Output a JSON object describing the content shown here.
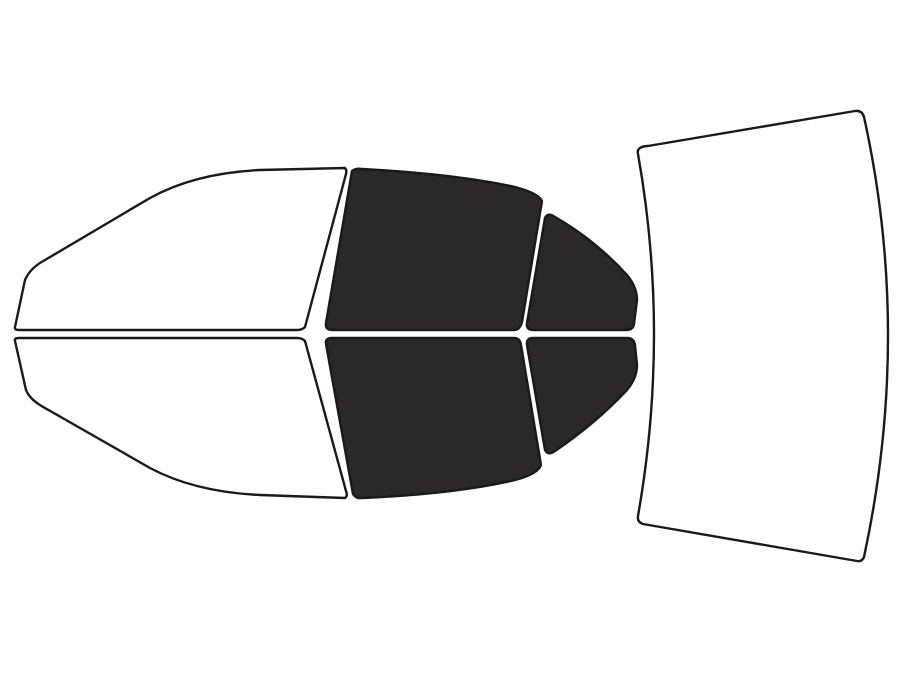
{
  "diagram": {
    "colors": {
      "background": "#ffffff",
      "outline": "#1a1a1a",
      "tinted": "#2b2828",
      "untinted": "#ffffff"
    },
    "panes": [
      {
        "id": "front-door-window-top",
        "tinted": false
      },
      {
        "id": "front-door-window-bottom",
        "tinted": false
      },
      {
        "id": "rear-door-window-top",
        "tinted": true
      },
      {
        "id": "rear-door-window-bottom",
        "tinted": true
      },
      {
        "id": "rear-quarter-window-top",
        "tinted": true
      },
      {
        "id": "rear-quarter-window-bottom",
        "tinted": true
      },
      {
        "id": "rear-windshield",
        "tinted": false
      }
    ]
  }
}
